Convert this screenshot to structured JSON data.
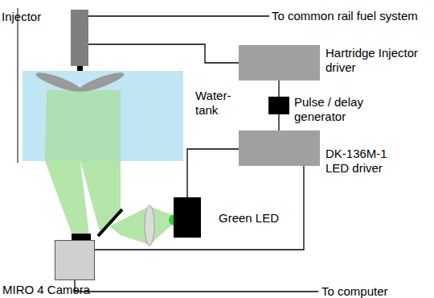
{
  "diagram": {
    "nodes": [
      {
        "text": [
          "Injector"
        ]
      },
      {
        "text": [
          "Water-tank"
        ]
      },
      {
        "text": [
          "Hartridge Injector driver"
        ]
      },
      {
        "text": [
          "Pulse / delay generator"
        ]
      },
      {
        "text": [
          "DK-136M-1 LED driver"
        ]
      },
      {
        "text": [
          "Green LED"
        ]
      },
      {
        "text": [
          "MIRO 4 Camera"
        ]
      }
    ],
    "edges": [
      {
        "from": 0,
        "to": 2,
        "arrow": "none"
      },
      {
        "from": 2,
        "to": 3,
        "arrow": "none"
      },
      {
        "from": 3,
        "to": 4,
        "arrow": "none"
      },
      {
        "from": 4,
        "to": 5,
        "arrow": "none"
      },
      {
        "from": 4,
        "to": 6,
        "arrow": "none"
      }
    ],
    "labels": [
      "To common rail fuel system",
      "To computer"
    ]
  }
}
